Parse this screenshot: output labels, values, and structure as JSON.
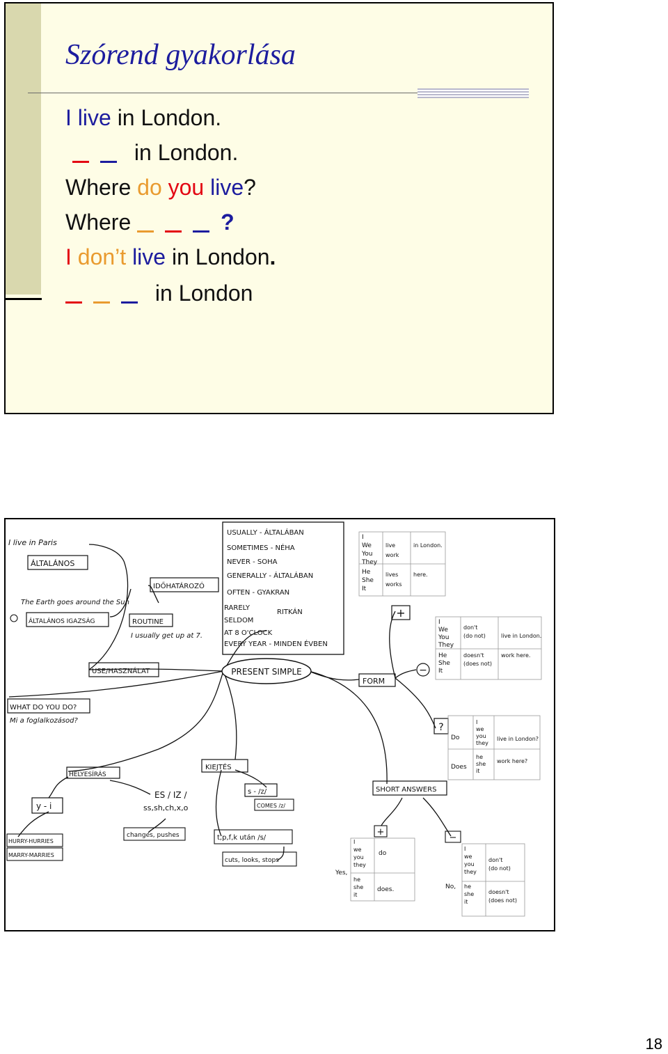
{
  "slide1": {
    "title": "Szórend gyakorlása",
    "lines": [
      [
        {
          "t": "I",
          "c": "blue"
        },
        {
          "t": " live",
          "c": "blue"
        },
        {
          "t": " in London.",
          "c": "black"
        }
      ],
      [
        {
          "b": "red"
        },
        {
          "b": "blue"
        },
        {
          "t": " in London.",
          "c": "black"
        }
      ],
      [
        {
          "t": "Where ",
          "c": "black"
        },
        {
          "t": "do",
          "c": "orange"
        },
        {
          "t": " you",
          "c": "red"
        },
        {
          "t": " live",
          "c": "blue"
        },
        {
          "t": "?",
          "c": "black"
        }
      ],
      [
        {
          "t": "Where ",
          "c": "black"
        },
        {
          "b": "orange"
        },
        {
          "b": "red"
        },
        {
          "b": "blue"
        },
        {
          "t": "?",
          "c": "blue",
          "bold": true
        }
      ],
      [
        {
          "t": "I",
          "c": "red"
        },
        {
          "t": " don’t",
          "c": "orange"
        },
        {
          "t": " live",
          "c": "blue"
        },
        {
          "t": " in London",
          "c": "black"
        },
        {
          "t": ".",
          "c": "black",
          "bold": true
        }
      ],
      [
        {
          "b": "red"
        },
        {
          "b": "orange"
        },
        {
          "b": "blue"
        },
        {
          "t": " in London",
          "c": "black"
        }
      ]
    ]
  },
  "mindmap": {
    "center": "PRESENT SIMPLE",
    "nodes": {
      "i_live": "I live in Paris",
      "altalanos": "ÁLTALÁNOS",
      "idohatarozo": "IDŐHATÁROZÓ",
      "earth": "The Earth goes around the Sun",
      "altalanos_igazsag": "ÁLTALÁNOS IGAZSÁG",
      "routine": "ROUTINE",
      "routine_ex": "I usually get up at 7.",
      "usehasznalat": "USE/HASZNÁLAT",
      "what_do": "WHAT DO YOU DO?",
      "mi_a": "Mi a foglalkozásod?",
      "helyesiras": "HELYESÍRÁS",
      "kiejtes": "KIEJTÉS",
      "y_i": "y - i",
      "hurry": "HURRY-HURRIES",
      "marry": "MARRY-MARRIES",
      "es": "ES / IZ /",
      "ss": "ss,sh,ch,x,o",
      "changes": "changes, pushes",
      "s_z": "s - /z/",
      "comes": "COMES /z/",
      "tpfk": "t,p,f,k után /s/",
      "cuts": "cuts, looks, stops",
      "form": "FORM",
      "short": "SHORT ANSWERS"
    },
    "adverbs": [
      "USUALLY - ÁLTALÁBAN",
      "SOMETIMES - NÉHA",
      "NEVER - SOHA",
      "GENERALLY - ÁLTALÁBAN",
      "OFTEN - GYAKRAN",
      "RARELY",
      "SELDOM",
      "RITKÁN",
      "AT 8 O'CLOCK",
      "EVERY YEAR - MINDEN ÉVBEN"
    ],
    "plus_table": {
      "sign": "+",
      "subjects_a": [
        "We",
        "You",
        "They"
      ],
      "i": "I",
      "subjects_b": [
        "He",
        "She",
        "It"
      ],
      "verbs_a": [
        "live",
        "work"
      ],
      "verbs_b": [
        "lives",
        "works"
      ],
      "places": [
        "in London.",
        "here."
      ]
    },
    "minus_table": {
      "sign": "−",
      "subjects_a": [
        "I",
        "We",
        "You",
        "They"
      ],
      "subjects_b": [
        "He",
        "She",
        "It"
      ],
      "aux_a": [
        "don't",
        "(do not)"
      ],
      "aux_b": [
        "doesn't",
        "(does not)"
      ],
      "places": [
        "live in London.",
        "work here."
      ]
    },
    "question_table": {
      "sign": "?",
      "aux": [
        "Do",
        "Does"
      ],
      "subjects_a": [
        "I",
        "we",
        "you",
        "they"
      ],
      "subjects_b": [
        "he",
        "she",
        "it"
      ],
      "rest": [
        "live in London?",
        "work here?"
      ]
    },
    "short_plus": {
      "sign": "+",
      "yes": "Yes,",
      "subjects_a": [
        "I",
        "we",
        "you",
        "they"
      ],
      "subjects_b": [
        "he",
        "she",
        "it"
      ],
      "aux": [
        "do",
        "does."
      ]
    },
    "short_minus": {
      "sign": "−",
      "no": "No,",
      "subjects_a": [
        "I",
        "we",
        "you",
        "they"
      ],
      "subjects_b": [
        "he",
        "she",
        "it"
      ],
      "aux": [
        "don't",
        "(do not)",
        "doesn't",
        "(does not)"
      ]
    }
  },
  "page_number": "18"
}
